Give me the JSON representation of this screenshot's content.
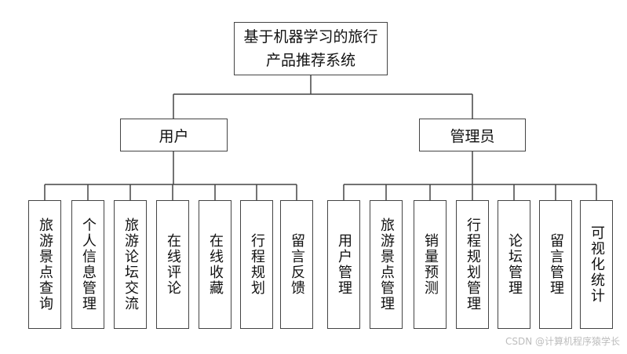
{
  "root": {
    "line1": "基于机器学习的旅行",
    "line2": "产品推荐系统"
  },
  "groups": {
    "user": "用户",
    "admin": "管理员"
  },
  "user_modules": [
    {
      "label": "旅游景点查询"
    },
    {
      "label": "个人信息管理"
    },
    {
      "label": "旅游论坛交流"
    },
    {
      "label": "在线评论"
    },
    {
      "label": "在线收藏"
    },
    {
      "label": "行程规划"
    },
    {
      "label": "留言反馈"
    }
  ],
  "admin_modules": [
    {
      "label": "用户管理"
    },
    {
      "label": "旅游景点管理"
    },
    {
      "label": "销量预测"
    },
    {
      "label": "行程规划管理"
    },
    {
      "label": "论坛管理"
    },
    {
      "label": "留言管理"
    },
    {
      "label": "可视化统计"
    }
  ],
  "watermark": "CSDN @计算机程序猿学长",
  "colors": {
    "line": "#444444",
    "border": "#444444",
    "watermark": "#bdbdbd"
  }
}
